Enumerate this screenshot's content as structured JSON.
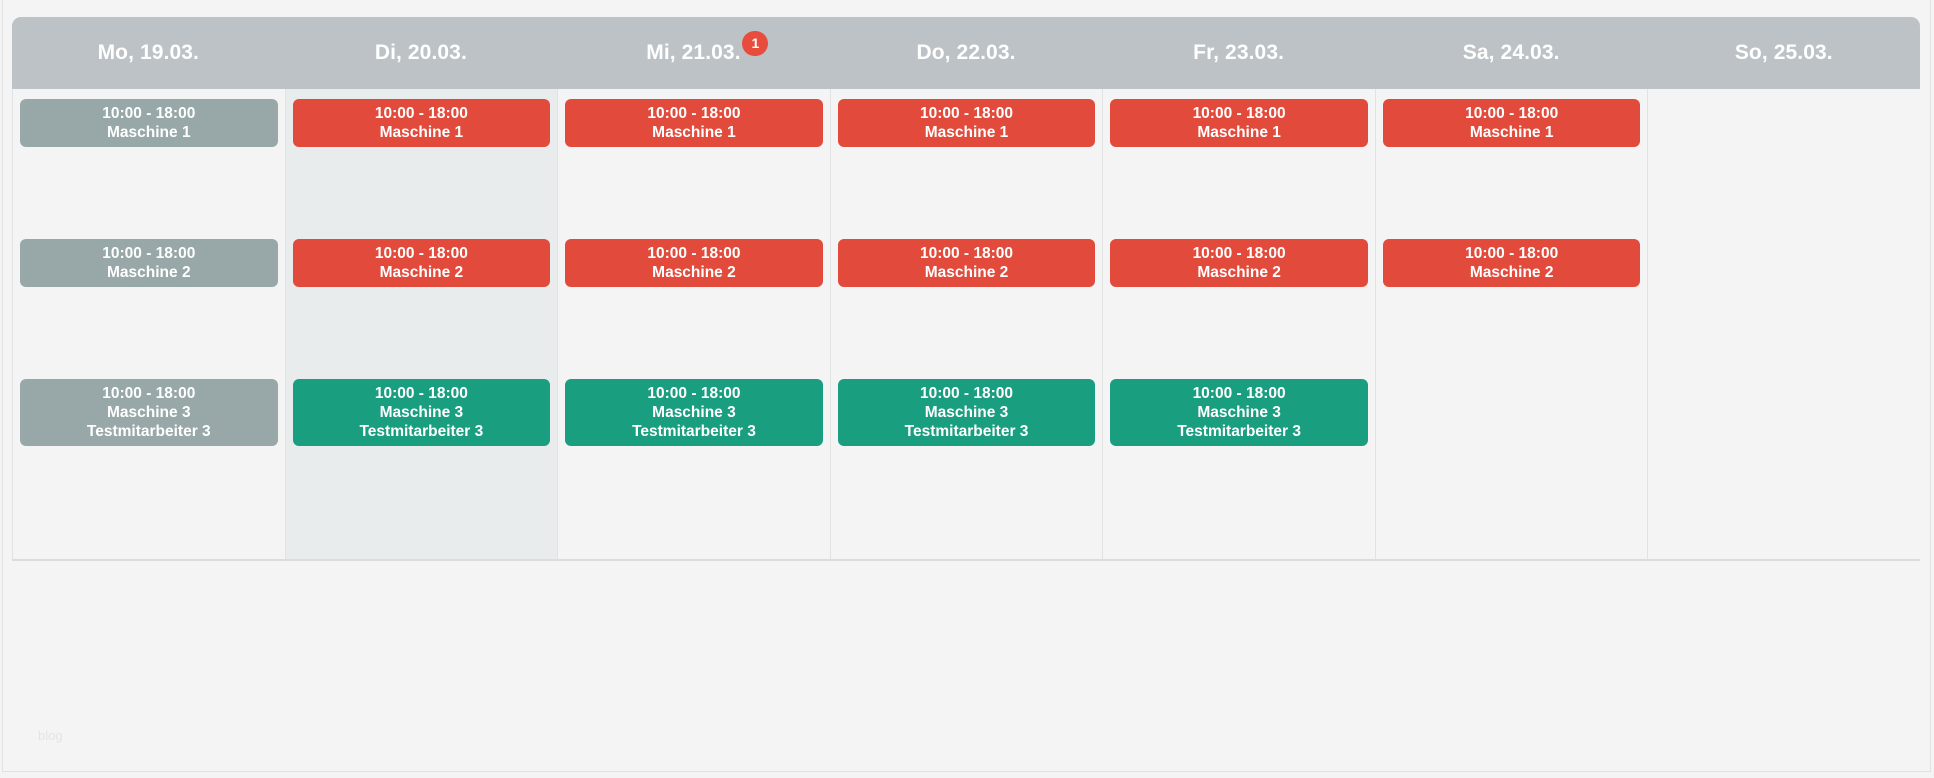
{
  "calendar": {
    "days": [
      {
        "label": "Mo, 19.03.",
        "badge": null,
        "highlight": false
      },
      {
        "label": "Di, 20.03.",
        "badge": null,
        "highlight": true
      },
      {
        "label": "Mi, 21.03.",
        "badge": "1",
        "highlight": false
      },
      {
        "label": "Do, 22.03.",
        "badge": null,
        "highlight": false
      },
      {
        "label": "Fr, 23.03.",
        "badge": null,
        "highlight": false
      },
      {
        "label": "Sa, 24.03.",
        "badge": null,
        "highlight": false
      },
      {
        "label": "So, 25.03.",
        "badge": null,
        "highlight": false
      }
    ],
    "events": [
      [
        {
          "time": "10:00 - 18:00",
          "title": "Maschine 1",
          "subtitle": null,
          "color": "gray"
        },
        {
          "time": "10:00 - 18:00",
          "title": "Maschine 2",
          "subtitle": null,
          "color": "gray"
        },
        {
          "time": "10:00 - 18:00",
          "title": "Maschine 3",
          "subtitle": "Testmitarbeiter 3",
          "color": "gray"
        }
      ],
      [
        {
          "time": "10:00 - 18:00",
          "title": "Maschine 1",
          "subtitle": null,
          "color": "red"
        },
        {
          "time": "10:00 - 18:00",
          "title": "Maschine 2",
          "subtitle": null,
          "color": "red"
        },
        {
          "time": "10:00 - 18:00",
          "title": "Maschine 3",
          "subtitle": "Testmitarbeiter 3",
          "color": "green"
        }
      ],
      [
        {
          "time": "10:00 - 18:00",
          "title": "Maschine 1",
          "subtitle": null,
          "color": "red"
        },
        {
          "time": "10:00 - 18:00",
          "title": "Maschine 2",
          "subtitle": null,
          "color": "red"
        },
        {
          "time": "10:00 - 18:00",
          "title": "Maschine 3",
          "subtitle": "Testmitarbeiter 3",
          "color": "green"
        }
      ],
      [
        {
          "time": "10:00 - 18:00",
          "title": "Maschine 1",
          "subtitle": null,
          "color": "red"
        },
        {
          "time": "10:00 - 18:00",
          "title": "Maschine 2",
          "subtitle": null,
          "color": "red"
        },
        {
          "time": "10:00 - 18:00",
          "title": "Maschine 3",
          "subtitle": "Testmitarbeiter 3",
          "color": "green"
        }
      ],
      [
        {
          "time": "10:00 - 18:00",
          "title": "Maschine 1",
          "subtitle": null,
          "color": "red"
        },
        {
          "time": "10:00 - 18:00",
          "title": "Maschine 2",
          "subtitle": null,
          "color": "red"
        },
        {
          "time": "10:00 - 18:00",
          "title": "Maschine 3",
          "subtitle": "Testmitarbeiter 3",
          "color": "green"
        }
      ],
      [
        {
          "time": "10:00 - 18:00",
          "title": "Maschine 1",
          "subtitle": null,
          "color": "red"
        },
        {
          "time": "10:00 - 18:00",
          "title": "Maschine 2",
          "subtitle": null,
          "color": "red"
        }
      ],
      []
    ]
  },
  "footer": {
    "watermark": "blog"
  },
  "colors": {
    "header_bar": "#bcc2c6",
    "event_gray": "#98a8a8",
    "event_red": "#e24b3c",
    "event_green": "#1a9e80",
    "badge_red": "#e74c3c",
    "column_highlight": "#e8ecec",
    "page_background": "#f4f4f4"
  }
}
